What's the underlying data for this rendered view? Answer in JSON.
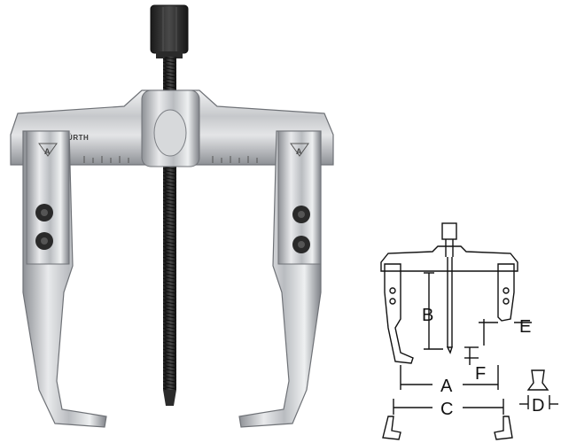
{
  "photo": {
    "brand_engraving": "WÜRTH",
    "jaw_mark_left": "A",
    "jaw_mark_right": "A",
    "colors": {
      "chrome": "#c9cbce",
      "chrome_dark": "#8d9095",
      "spindle": "#2b2b2b",
      "bolt": "#2a2a2a"
    }
  },
  "diagram": {
    "labels": {
      "A": "A",
      "B": "B",
      "C": "C",
      "D": "D",
      "E": "E",
      "F": "F"
    }
  }
}
